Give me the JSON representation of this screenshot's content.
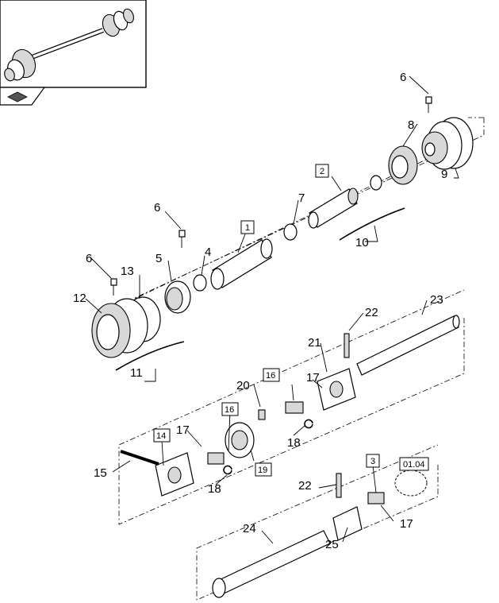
{
  "callouts": {
    "c6a": "6",
    "c8": "8",
    "c9": "9",
    "c2": "2",
    "c7": "7",
    "c6b": "6",
    "c1": "1",
    "c10": "10",
    "c6c": "6",
    "c5": "5",
    "c4": "4",
    "c13": "13",
    "c12": "12",
    "c11": "11",
    "c22a": "22",
    "c23": "23",
    "c21": "21",
    "c16a": "16",
    "c17a": "17",
    "c20": "20",
    "c16b": "16",
    "c18a": "18",
    "c14": "14",
    "c17b": "17",
    "c19": "19",
    "c15": "15",
    "c18b": "18",
    "c3": "3",
    "c0104": "01.04",
    "c22b": "22",
    "c17c": "17",
    "c24": "24",
    "c25": "25"
  }
}
